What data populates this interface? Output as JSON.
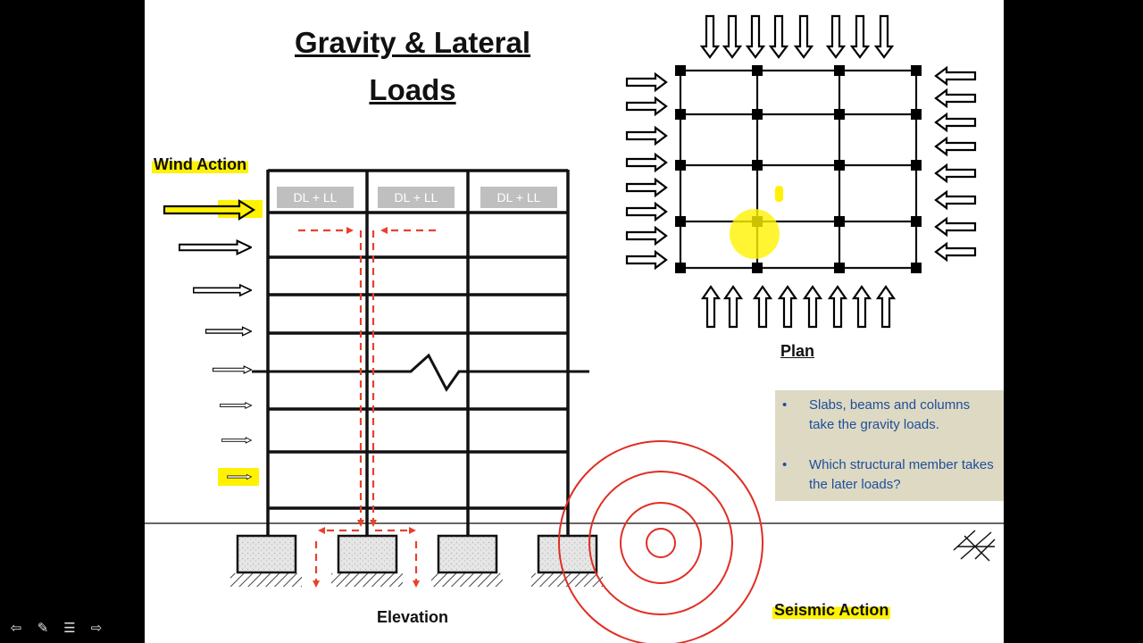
{
  "slide": {
    "title_line1": "Gravity & Lateral",
    "title_line2": "Loads",
    "wind_label": "Wind Action",
    "elevation_label": "Elevation",
    "plan_label": "Plan",
    "seismic_label": "Seismic Action",
    "floor_load_labels": [
      "DL + LL",
      "DL + LL",
      "DL + LL"
    ]
  },
  "notes": {
    "bullets": [
      "Slabs, beams and columns take the gravity loads.",
      "Which structural member takes the later loads?"
    ]
  },
  "colors": {
    "highlight": "#fff200",
    "dashed_arrow": "#e8412c",
    "seismic_rings": "#e02e24",
    "note_box": "#ddd9c3",
    "note_text": "#1f4e9a",
    "frame": "#000000",
    "footing_fill": "#e8e8e8"
  },
  "nav": {
    "icons": [
      "arrow-left-icon",
      "pen-icon",
      "menu-icon",
      "arrow-right-icon"
    ]
  }
}
